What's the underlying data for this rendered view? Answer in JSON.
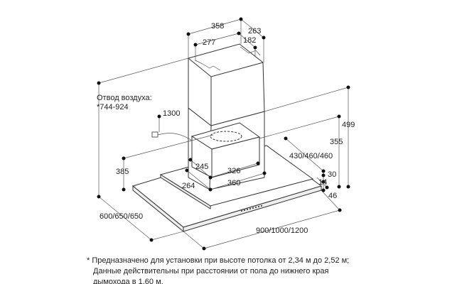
{
  "dimensions": {
    "chimney_width": "358",
    "chimney_depth": "263",
    "inner_width": "277",
    "inner_depth": "182",
    "air_outlet_label": "Отвод воздуха:",
    "air_outlet_range": "*744-924",
    "cable_length": "1300",
    "height_499": "499",
    "height_355": "355",
    "hood_depth_variants": "430/460/460",
    "height_385": "385",
    "dim_245": "245",
    "dim_326": "326",
    "dim_30": "30",
    "dim_360": "360",
    "dim_264": "264",
    "dim_14": "14",
    "dim_46": "46",
    "depth_variants": "600/650/650",
    "width_variants": "900/1000/1200"
  },
  "footnote": {
    "line1": "* Предназначено для установки при высоте потолка от 2,34 м до 2,52 м;",
    "line2": "Данные действительны при расстоянии от пола до нижнего края",
    "line3": "дымохода в 1,60 м."
  }
}
